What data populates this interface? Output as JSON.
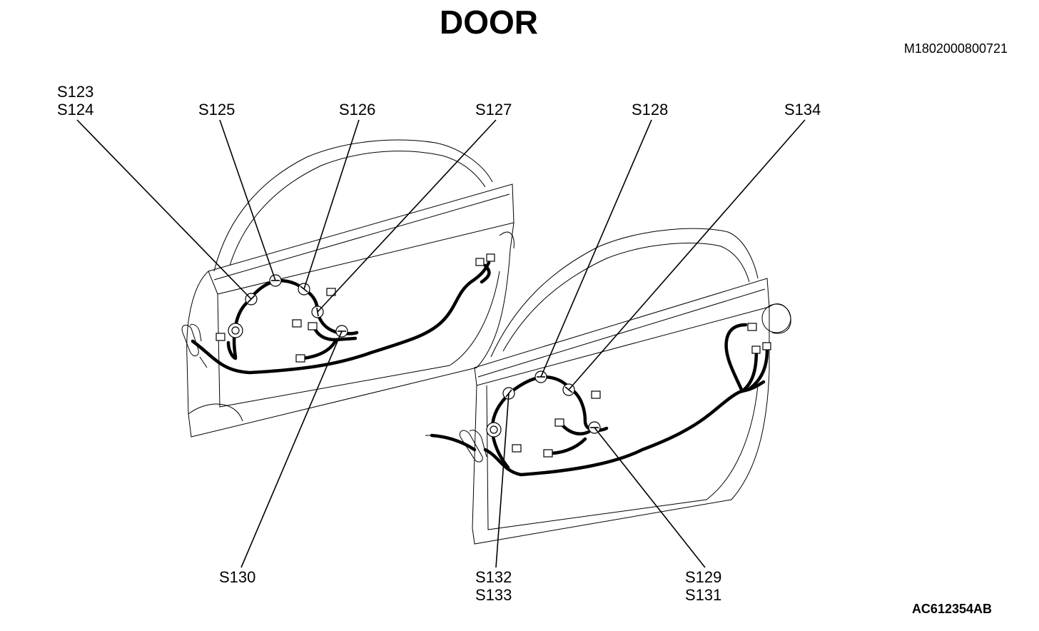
{
  "title": "DOOR",
  "figure_code": "M1802000800721",
  "illustration_code": "AC612354AB",
  "labels": {
    "s123": "S123",
    "s124": "S124",
    "s125": "S125",
    "s126": "S126",
    "s127": "S127",
    "s128": "S128",
    "s134": "S134",
    "s130": "S130",
    "s132": "S132",
    "s133": "S133",
    "s129": "S129",
    "s131": "S131"
  }
}
